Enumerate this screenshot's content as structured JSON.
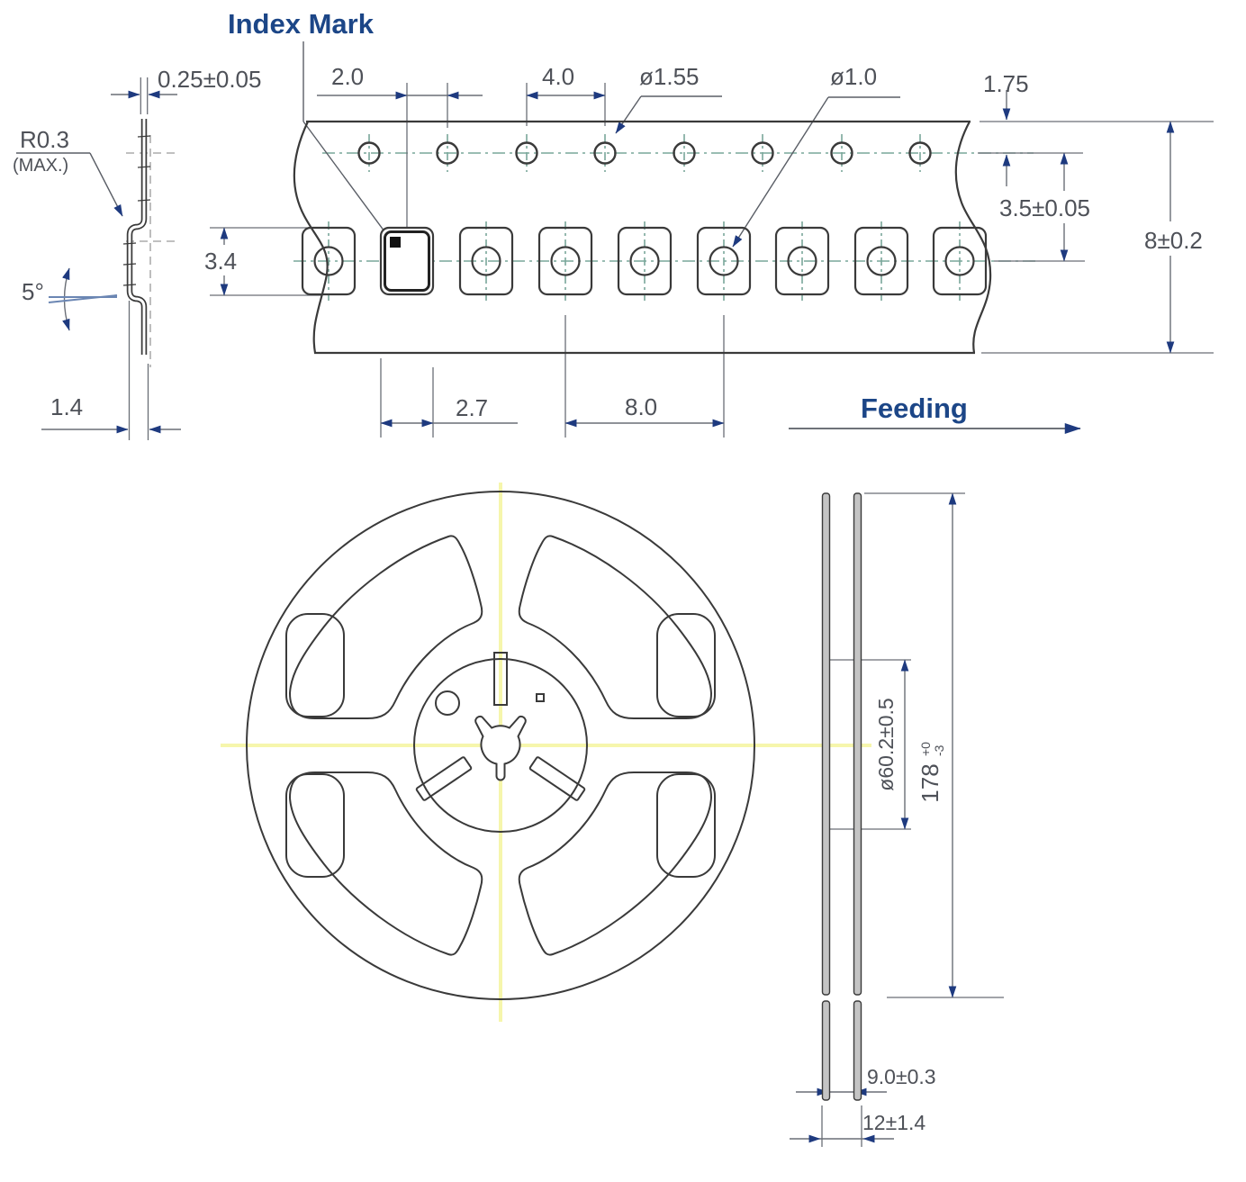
{
  "drawing": {
    "labels": {
      "index_mark": "Index Mark",
      "feeding": "Feeding"
    },
    "tape_top_view": {
      "hole_to_pocket_offset": "2.0",
      "sprocket_pitch": "4.0",
      "sprocket_hole_dia": "ø1.55",
      "pocket_hole_dia": "ø1.0",
      "edge_to_hole_center": "1.75",
      "hole_to_pocket_center": "3.5±0.05",
      "tape_width": "8±0.2",
      "pocket_width": "2.7",
      "pocket_pitch": "8.0"
    },
    "tape_section_view": {
      "tape_thickness": "0.25±0.05",
      "corner_radius": "R0.3",
      "corner_radius_note": "(MAX.)",
      "draft_angle": "5°",
      "pocket_depth": "1.4",
      "pocket_length": "3.4"
    },
    "reel_side_view": {
      "hub_dia": "ø60.2±0.5",
      "reel_dia": "178",
      "reel_dia_tol_plus": "+0",
      "reel_dia_tol_minus": "-3",
      "flange_inner_width": "9.0±0.3",
      "flange_outer_width": "12±1.4"
    },
    "colors": {
      "label_blue": "#1c4687",
      "dimension_gray": "#4e5158",
      "line_black": "#3a3a3a",
      "centerline_teal": "#79a79a",
      "crosshair_yellow": "#f6f6ac",
      "arrow_navy": "#1e3a7f"
    }
  }
}
